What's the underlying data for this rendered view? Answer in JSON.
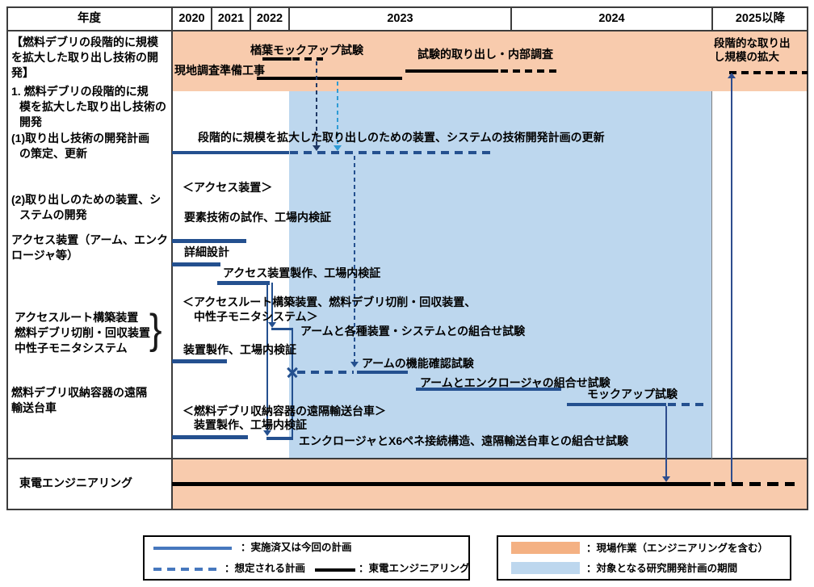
{
  "colors": {
    "field_work_band": "#F8CBAD",
    "rd_period_band": "#BDD7EE",
    "plan_line_navy": "#24508F",
    "legend_line_blue": "#4778BE",
    "legend_field_swatch": "#F4B183",
    "connector_light_blue": "#2E9BD5",
    "connector_dark_navy": "#1F3864",
    "toden_line_black": "#000000"
  },
  "header": {
    "columns": [
      "年度",
      "2020",
      "2021",
      "2022",
      "2023",
      "2024",
      "2025以降"
    ]
  },
  "left_panel": {
    "brace": "}",
    "items": [
      {
        "lines": [
          "【燃料デブリの段階的に規模",
          "を拡大した取り出し技術の開",
          "発】"
        ]
      },
      {
        "lines": [
          "1. 燃料デブリの段階的に規",
          "模を拡大した取り出し技術の",
          "開発"
        ]
      },
      {
        "lines": [
          "(1)取り出し技術の開発計画",
          "の策定、更新"
        ]
      },
      {
        "lines": [
          "(2)取り出しのための装置、シ",
          "ステムの開発"
        ]
      },
      {
        "lines": [
          "アクセス装置（アーム、エンク",
          "ロージャ等）"
        ]
      },
      {
        "lines": [
          "アクセスルート構築装置",
          "燃料デブリ切削・回収装置",
          "中性子モニタシステム"
        ]
      },
      {
        "lines": [
          "燃料デブリ収納容器の遠隔",
          "輸送台車"
        ]
      },
      {
        "lines": [
          "東電エンジニアリング"
        ]
      }
    ]
  },
  "top_band": {
    "naraha": "楢葉モックアップ試験",
    "site_survey": "現地調査準備工事",
    "trial_retrieval": "試験的取り出し・内部調査",
    "scale_expansion_lines": [
      "段階的な取り出",
      "し規模の拡大"
    ]
  },
  "body": {
    "plan_update": "段階的に規模を拡大した取り出しのための装置、システムの技術開発計画の更新",
    "access_device_heading": "＜アクセス装置＞",
    "element_trial": "要素技術の試作、工場内検証",
    "detail_design": "詳細設計",
    "access_fab": "アクセス装置製作、工場内検証",
    "route_heading_lines": [
      "＜アクセスルート構築装置、燃料デブリ切削・回収装置、",
      "中性子モニタシステム＞"
    ],
    "arm_combination": "アームと各種装置・システムとの組合せ試験",
    "route_fab": "装置製作、工場内検証",
    "arm_function": "アームの機能確認試験",
    "arm_enclosure": "アームとエンクロージャの組合せ試験",
    "mockup": "モックアップ試験",
    "carriage_heading": "＜燃料デブリ収納容器の遠隔輸送台車＞",
    "carriage_fab": "装置製作、工場内検証",
    "enclosure_x6": "エンクロージャとX6ペネ接続構造、遠隔輸送台車との組合せ試験"
  },
  "legend": {
    "done_plan": "：実施済又は今回の計画",
    "assumed_plan": "：想定される計画",
    "toden_eng": "：東電エンジニアリング",
    "field_work": "：現場作業（エンジニアリングを含む）",
    "rd_period": "：対象となる研究開発計画の期間"
  },
  "chart_data": {
    "type": "gantt",
    "x_axis": [
      "2020",
      "2021",
      "2022",
      "2023",
      "2024",
      "2025以降"
    ],
    "bands": [
      {
        "name": "現場作業（エンジニアリングを含む）",
        "color": "#F8CBAD",
        "rows": [
          "top",
          "bottom"
        ]
      },
      {
        "name": "対象となる研究開発計画の期間",
        "color": "#BDD7EE",
        "span": [
          "2023",
          "2024"
        ]
      }
    ],
    "tasks": [
      {
        "label": "現地調査準備工事",
        "style": "black-solid",
        "start": 2022.1,
        "end": 2023.5
      },
      {
        "label": "楢葉モックアップ試験",
        "style": "black-solid+dashed",
        "start": 2022.3,
        "end": 2023.2
      },
      {
        "label": "試験的取り出し・内部調査",
        "style": "black-solid+dashed",
        "start": 2023.5,
        "end": 2024.2
      },
      {
        "label": "段階的な取り出し規模の拡大",
        "style": "black-dashed",
        "start": 2025.0,
        "end": 2025.9
      },
      {
        "label": "段階的に規模を拡大した取り出しのための装置、システムの技術開発計画の更新",
        "style": "solid+planned",
        "start": 2020.0,
        "end": 2023.9
      },
      {
        "label": "要素技術の試作、工場内検証",
        "style": "solid",
        "start": 2020.0,
        "end": 2021.9
      },
      {
        "label": "詳細設計",
        "style": "solid",
        "start": 2020.0,
        "end": 2021.2
      },
      {
        "label": "アクセス装置製作、工場内検証",
        "style": "solid",
        "start": 2021.2,
        "end": 2022.5
      },
      {
        "label": "装置製作、工場内検証（アクセスルート構築装置ほか）",
        "style": "solid",
        "start": 2020.0,
        "end": 2021.4
      },
      {
        "label": "アームの機能確認試験",
        "style": "planned+solid",
        "start": 2023.0,
        "end": 2023.5
      },
      {
        "label": "アームとエンクロージャの組合せ試験",
        "style": "solid",
        "start": 2023.6,
        "end": 2024.25
      },
      {
        "label": "モックアップ試験",
        "style": "solid+planned",
        "start": 2024.3,
        "end": 2025.0
      },
      {
        "label": "装置製作、工場内検証（遠隔輸送台車）",
        "style": "solid",
        "start": 2020.0,
        "end": 2021.9
      },
      {
        "label": "東電エンジニアリング",
        "style": "black-solid+dashed",
        "start": 2020.0,
        "end": 2025.9
      }
    ]
  }
}
